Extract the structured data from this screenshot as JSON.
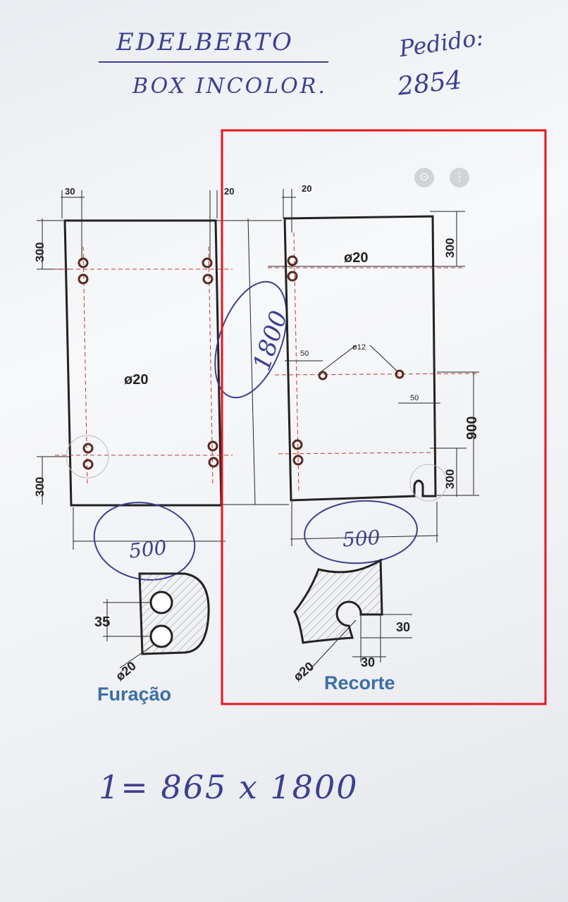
{
  "header": {
    "client_name": "EDELBERTO",
    "product": "BOX INCOLOR.",
    "order_label": "Pedido:",
    "order_number": "2854"
  },
  "drawing": {
    "left_panel": {
      "top_offset": "30",
      "right_offset": "20",
      "top_dim": "300",
      "bottom_dim": "300",
      "hole": "ø20",
      "width": "500"
    },
    "height_total": "1800",
    "right_panel": {
      "left_offset": "20",
      "top_dim": "300",
      "hole": "ø20",
      "small_hole": "ø12",
      "left_inset": "50",
      "right_inset": "50",
      "mid_dim": "900",
      "bottom_dim": "300",
      "width": "500"
    },
    "detail_drilling": {
      "spacing": "35",
      "hole": "ø20",
      "caption": "Furação"
    },
    "detail_cutout": {
      "dim_v": "30",
      "dim_h": "30",
      "hole": "ø20",
      "caption": "Recorte"
    }
  },
  "footer_note": "1= 865 x 1800",
  "highlight_color": "#e8141b"
}
